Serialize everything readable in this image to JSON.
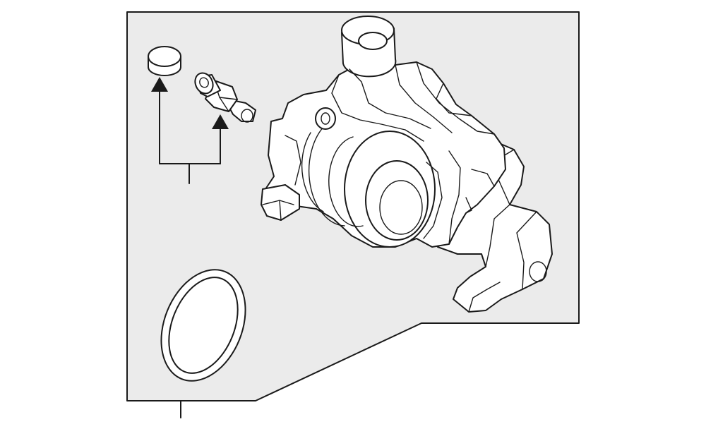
{
  "colors": {
    "panel_fill": "#ebebeb",
    "stroke": "#1a1a1a",
    "part_fill": "#ffffff",
    "background": "#ffffff"
  },
  "parts": [
    {
      "id": "cap",
      "icon": "dust-cap-icon"
    },
    {
      "id": "bleeder",
      "icon": "bleeder-screw-icon"
    },
    {
      "id": "caliper",
      "icon": "brake-caliper-icon"
    },
    {
      "id": "seal",
      "icon": "o-ring-seal-icon"
    }
  ]
}
